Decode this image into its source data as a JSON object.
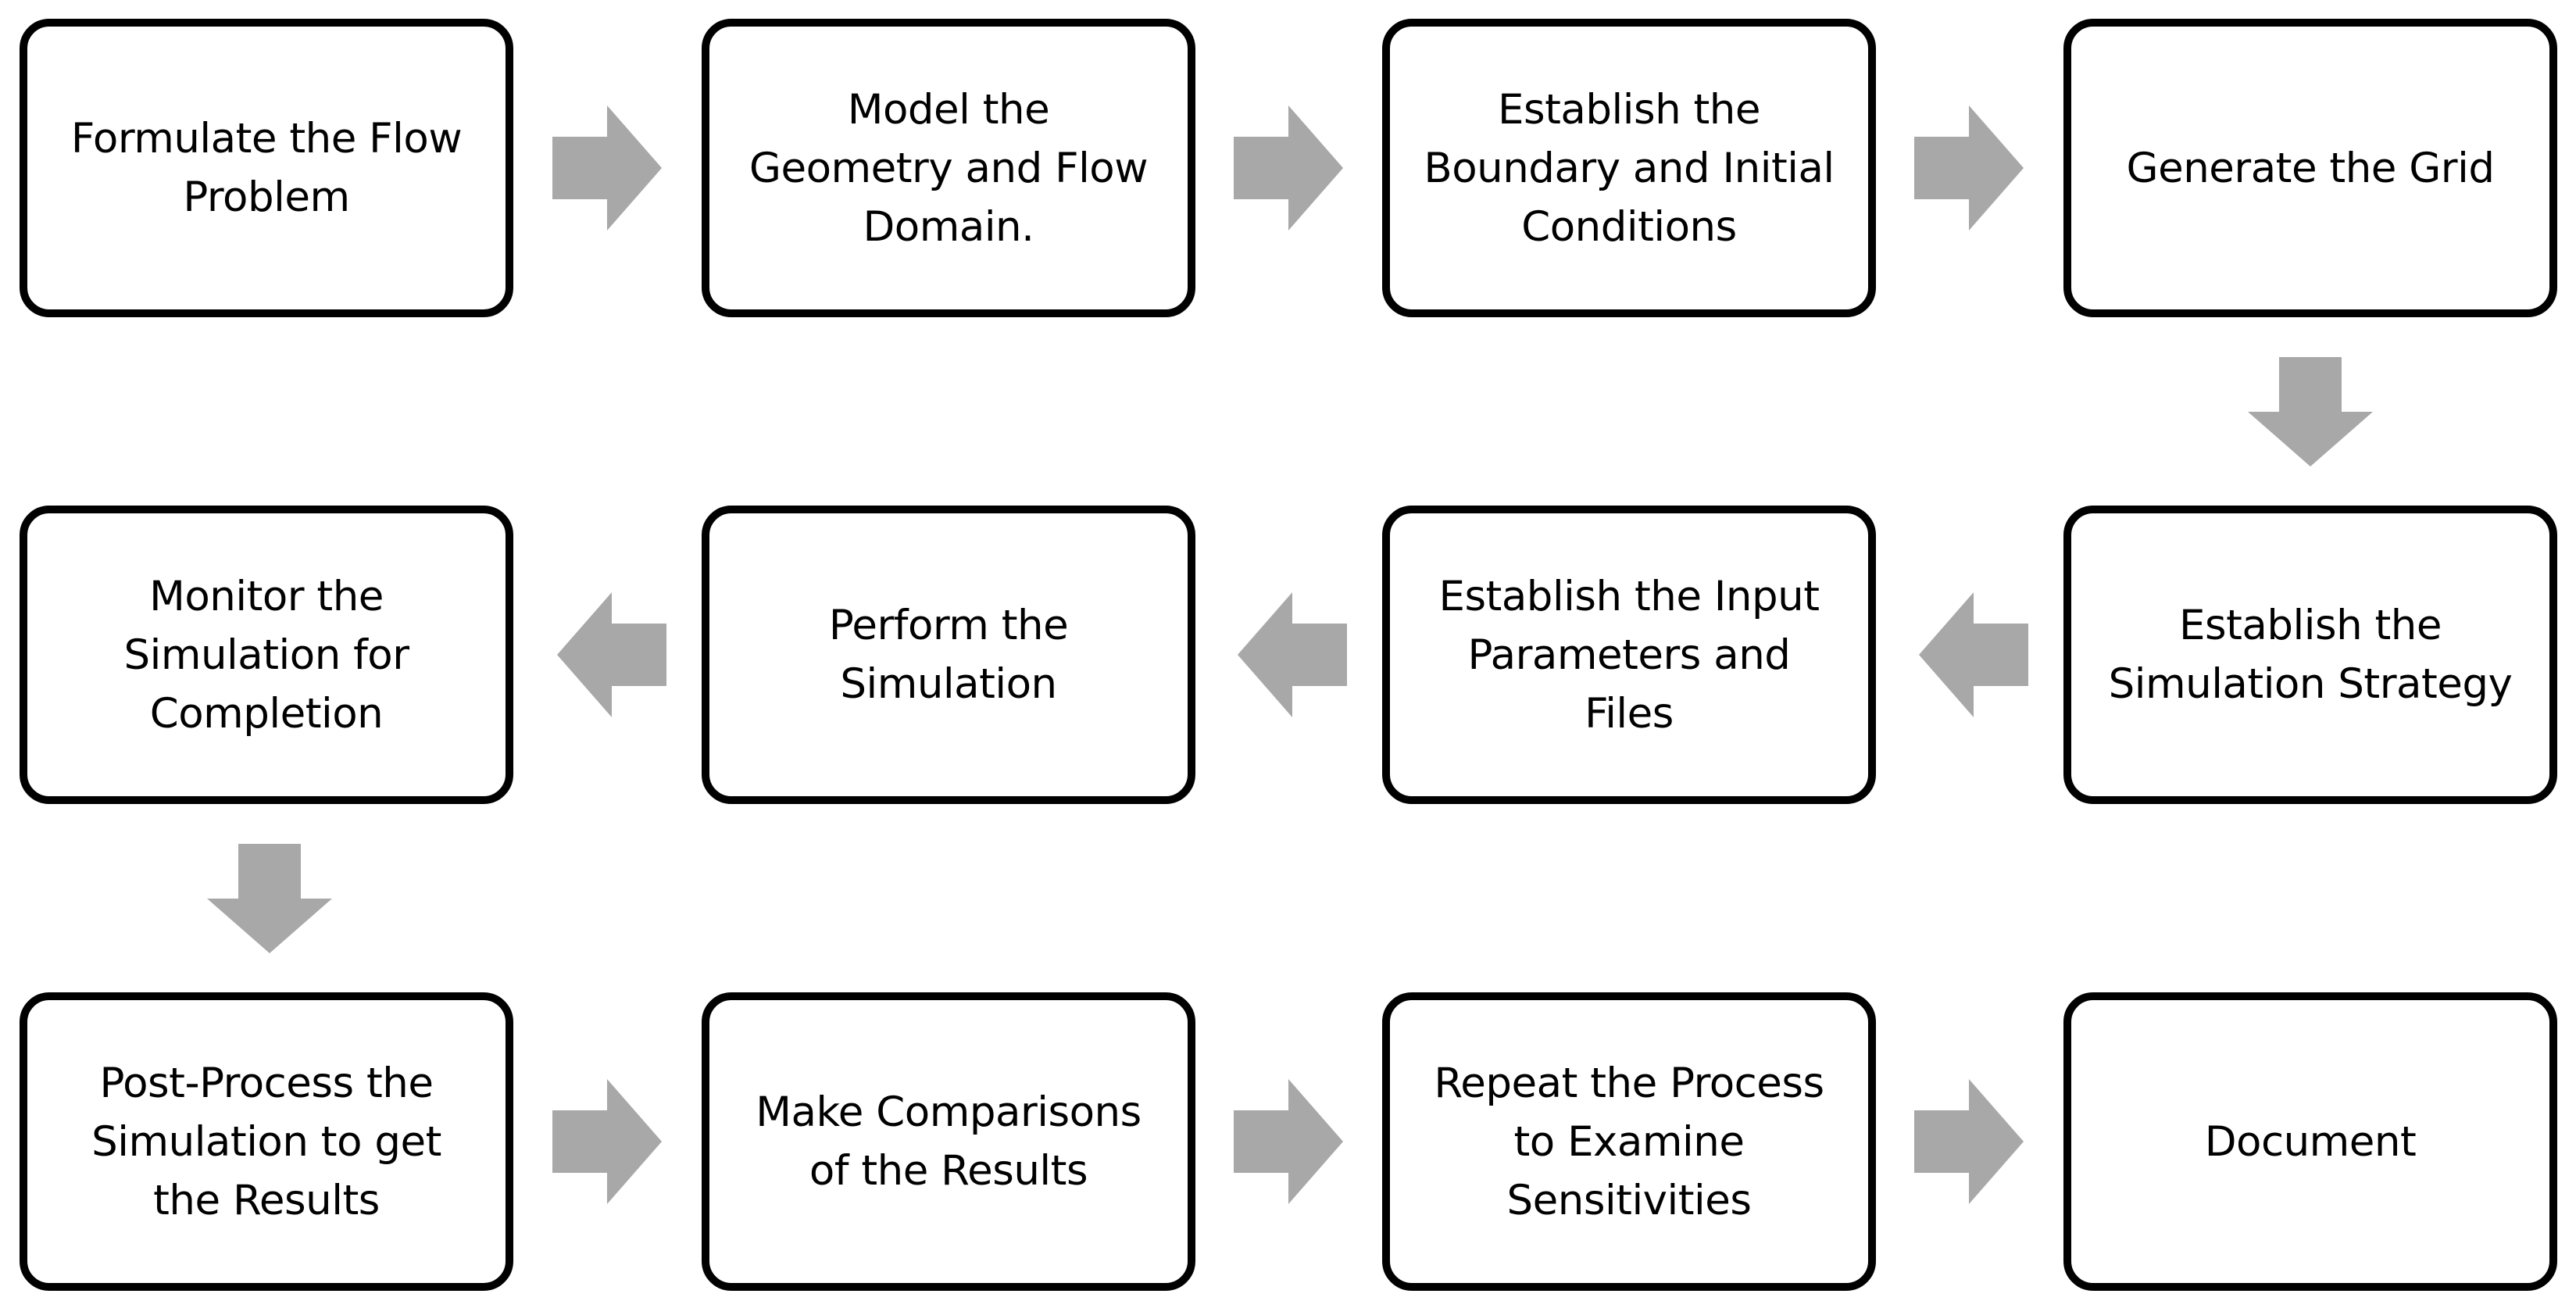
{
  "colors": {
    "box_border": "#000000",
    "box_fill": "#ffffff",
    "arrow_fill": "#a8a8a8",
    "text": "#000000"
  },
  "steps": [
    {
      "lines": [
        "Formulate the Flow",
        "Problem"
      ]
    },
    {
      "lines": [
        "Model the",
        "Geometry and Flow",
        "Domain."
      ]
    },
    {
      "lines": [
        "Establish the",
        "Boundary and Initial",
        "Conditions"
      ]
    },
    {
      "lines": [
        "Generate the Grid"
      ]
    },
    {
      "lines": [
        "Establish the",
        "Simulation Strategy"
      ]
    },
    {
      "lines": [
        "Establish the Input",
        "Parameters and",
        "Files"
      ]
    },
    {
      "lines": [
        "Perform the",
        "Simulation"
      ]
    },
    {
      "lines": [
        "Monitor the",
        "Simulation for",
        "Completion"
      ]
    },
    {
      "lines": [
        "Post-Process the",
        "Simulation to get",
        "the Results"
      ]
    },
    {
      "lines": [
        "Make Comparisons",
        "of the Results"
      ]
    },
    {
      "lines": [
        "Repeat the Process",
        "to Examine",
        "Sensitivities"
      ]
    },
    {
      "lines": [
        "Document"
      ]
    }
  ],
  "arrows": [
    {
      "from": 0,
      "to": 1,
      "direction": "right"
    },
    {
      "from": 1,
      "to": 2,
      "direction": "right"
    },
    {
      "from": 2,
      "to": 3,
      "direction": "right"
    },
    {
      "from": 3,
      "to": 4,
      "direction": "down"
    },
    {
      "from": 4,
      "to": 5,
      "direction": "left"
    },
    {
      "from": 5,
      "to": 6,
      "direction": "left"
    },
    {
      "from": 6,
      "to": 7,
      "direction": "left"
    },
    {
      "from": 7,
      "to": 8,
      "direction": "down"
    },
    {
      "from": 8,
      "to": 9,
      "direction": "right"
    },
    {
      "from": 9,
      "to": 10,
      "direction": "right"
    },
    {
      "from": 10,
      "to": 11,
      "direction": "right"
    }
  ]
}
